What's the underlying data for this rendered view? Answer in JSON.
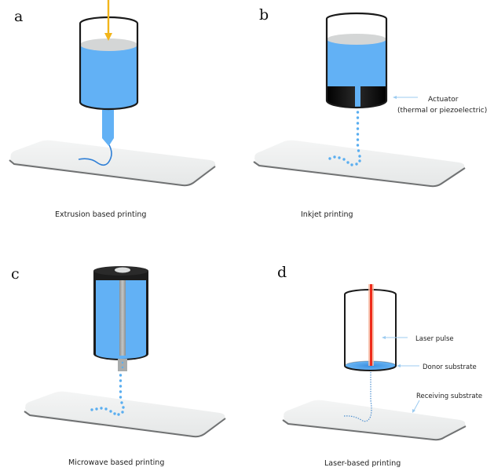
{
  "figure": {
    "colors": {
      "liquid": "#62b1f5",
      "liquid_top": "#d4d6d6",
      "outline": "#1a1a1a",
      "piston_arrow": "#f2b51a",
      "laser": "#ee2a1a",
      "laser_glow": "#f6b9a0",
      "slide_face": "#eef0f0",
      "slide_edge": "#7d7f80",
      "droplet": "#5aaef0",
      "pointer_line": "#9ccbf0"
    },
    "panels": [
      {
        "id": "a",
        "letter": "a",
        "caption": "Extrusion based printing",
        "annotations": []
      },
      {
        "id": "b",
        "letter": "b",
        "caption": "Inkjet printing",
        "annotations": [
          {
            "line1": "Actuator",
            "line2": "(thermal or piezoelectric)"
          }
        ]
      },
      {
        "id": "c",
        "letter": "c",
        "caption": "Microwave based printing",
        "annotations": []
      },
      {
        "id": "d",
        "letter": "d",
        "caption": "Laser-based printing",
        "annotations": [
          {
            "line1": "Laser pulse"
          },
          {
            "line1": "Donor substrate"
          },
          {
            "line1": "Receiving substrate"
          }
        ]
      }
    ]
  }
}
